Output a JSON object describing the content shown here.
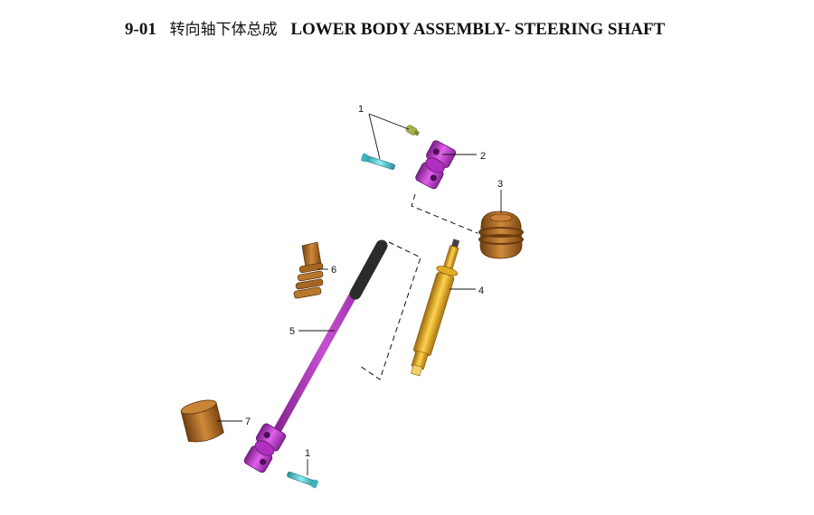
{
  "header": {
    "code": "9-01",
    "title_zh": "转向轴下体总成",
    "title_en": "LOWER BODY ASSEMBLY- STEERING SHAFT"
  },
  "callouts": {
    "c1a": "1",
    "c2": "2",
    "c3": "3",
    "c4": "4",
    "c5": "5",
    "c6": "6",
    "c7": "7",
    "c1b": "1"
  },
  "colors": {
    "magenta": "#c43ad0",
    "bronze": "#b87526",
    "gold": "#e7b221",
    "cyan": "#58cdd6",
    "olive": "#a8b24a"
  }
}
